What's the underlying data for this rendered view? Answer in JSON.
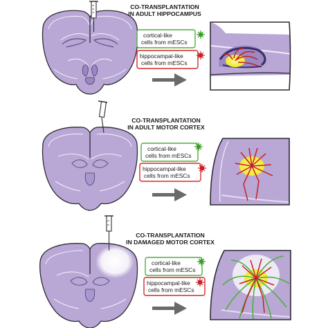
{
  "panels": [
    {
      "title_line1": "CO-TRANSPLANTATION",
      "title_line2": "IN ADULT HIPPOCAMPUS",
      "cortical_line1": "cortical-like",
      "cortical_line2": "cells from mESCs",
      "hippo_line1": "hippocampal-like",
      "hippo_line2": "cells from mESCs"
    },
    {
      "title_line1": "CO-TRANSPLANTATION",
      "title_line2": "IN ADULT MOTOR CORTEX",
      "cortical_line1": "cortical-like",
      "cortical_line2": "cells from mESCs",
      "hippo_line1": "hippocampal-like",
      "hippo_line2": "cells from mESCs"
    },
    {
      "title_line1": "CO-TRANSPLANTATION",
      "title_line2": "IN DAMAGED MOTOR  CORTEX",
      "cortical_line1": "cortical-like",
      "cortical_line2": "cells from mESCs",
      "hippo_line1": "hippocampal-like",
      "hippo_line2": "cells from mESCs"
    }
  ],
  "colors": {
    "brain": "#b9a8d6",
    "cortical_box_border": "#4caf3a",
    "hippocampal_box_border": "#d62828",
    "cortical_cell": "#3a9d2a",
    "hippocampal_cell": "#c81e1e",
    "graft": "#f2ea2a",
    "arrow": "#6a6a6a"
  }
}
